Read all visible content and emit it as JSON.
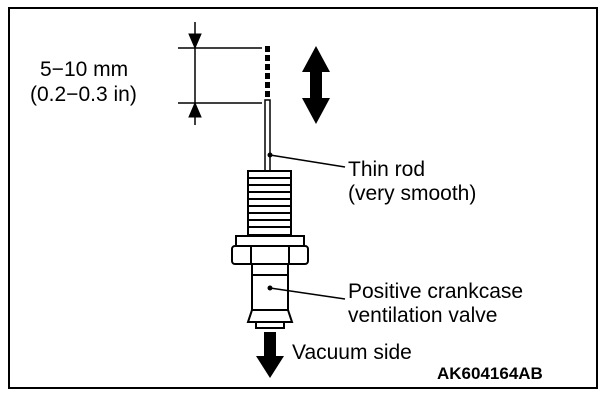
{
  "labels": {
    "dimension_mm": "5−10 mm",
    "dimension_in": "(0.2−0.3 in)",
    "rod_line1": "Thin rod",
    "rod_line2": "(very smooth)",
    "valve_line1": "Positive crankcase",
    "valve_line2": "ventilation valve",
    "vacuum": "Vacuum side",
    "figure_code": "AK604164AB"
  }
}
